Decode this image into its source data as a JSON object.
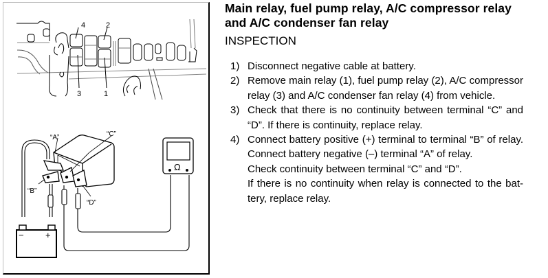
{
  "figure": {
    "callouts": {
      "relay_1": "1",
      "relay_2": "2",
      "relay_3": "3",
      "relay_4": "4"
    },
    "terminals": {
      "a": "“A”",
      "b": "“B”",
      "c": "“C”",
      "d": "“D”"
    },
    "battery": {
      "negative_symbol": "−",
      "positive_symbol": "+"
    },
    "ohmmeter_symbol": "Ω"
  },
  "heading": {
    "title_line1": "Main relay, fuel pump relay, A/C compressor relay",
    "title_line2": "and A/C condenser fan relay",
    "section": "INSPECTION"
  },
  "steps": [
    {
      "number": "1)",
      "lines": [
        "Disconnect negative cable at battery."
      ]
    },
    {
      "number": "2)",
      "lines": [
        "Remove main relay (1), fuel pump relay (2), A/C compressor",
        "relay (3) and A/C condenser fan relay (4) from vehicle."
      ]
    },
    {
      "number": "3)",
      "lines": [
        "Check that there is no continuity between terminal “C” and",
        "“D”. If there is continuity, replace relay."
      ]
    },
    {
      "number": "4)",
      "lines": [
        "Connect battery positive (+) terminal to terminal “B” of relay.",
        "Connect battery negative (–) terminal “A” of relay.",
        "Check continuity between terminal “C” and “D”.",
        "If there is no continuity when relay is connected to the bat-",
        "tery, replace relay."
      ]
    }
  ]
}
